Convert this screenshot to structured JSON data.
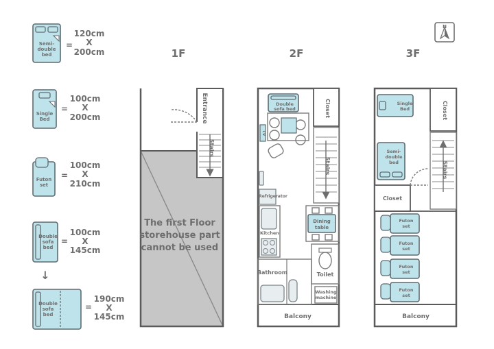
{
  "legend": {
    "semi_double": {
      "label1": "Semi-",
      "label2": "double",
      "label3": "bed",
      "eq": "=",
      "w": "120cm",
      "x": "X",
      "h": "200cm"
    },
    "single": {
      "label1": "Single",
      "label2": "Bed",
      "eq": "=",
      "w": "100cm",
      "x": "X",
      "h": "200cm"
    },
    "futon": {
      "label1": "Futon",
      "label2": "set",
      "eq": "=",
      "w": "100cm",
      "x": "X",
      "h": "210cm"
    },
    "sofa": {
      "label1": "Double",
      "label2": "sofa",
      "label3": "bed",
      "eq": "=",
      "w": "100cm",
      "x": "X",
      "h": "145cm"
    },
    "sofa_open": {
      "label1": "Double",
      "label2": "sofa",
      "label3": "bed",
      "eq": "=",
      "w": "190cm",
      "x": "X",
      "h": "145cm"
    },
    "arrow": "↓"
  },
  "compass": {
    "letter": "N"
  },
  "floors": {
    "f1": {
      "title": "1F",
      "entrance": "Entrance",
      "stairs": "Stairs",
      "note1": "The first Floor",
      "note2": "storehouse part",
      "note3": "cannot be used"
    },
    "f2": {
      "title": "2F",
      "sofa1": "Double",
      "sofa2": "sofa bed",
      "closet": "Closet",
      "tv": "TV",
      "stairs": "Stairs",
      "refrigerator": "Refrigerator",
      "kitchen": "Kitchen",
      "dining1": "Dining",
      "dining2": "table",
      "bathroom": "Bathroom",
      "toilet": "Toilet",
      "washing1": "Washing",
      "washing2": "machine",
      "balcony": "Balcony"
    },
    "f3": {
      "title": "3F",
      "single1": "Single",
      "single2": "Bed",
      "closet_top": "Closet",
      "semi1": "Semi-",
      "semi2": "double",
      "semi3": "bed",
      "stairs": "Stairs",
      "closet": "Closet",
      "futon1": "Futon",
      "futon2": "set",
      "balcony": "Balcony"
    }
  }
}
